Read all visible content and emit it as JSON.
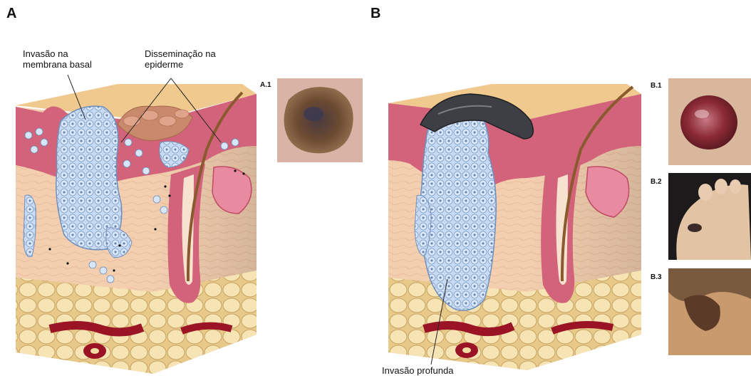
{
  "panels": {
    "a": {
      "letter": "A",
      "callouts": {
        "basal": [
          "Invasão na",
          "membrana basal"
        ],
        "epidermis": [
          "Disseminação na",
          "epiderme"
        ]
      },
      "photos": [
        {
          "label": "A.1"
        }
      ]
    },
    "b": {
      "letter": "B",
      "callouts": {
        "deep": "Invasão profunda"
      },
      "photos": [
        {
          "label": "B.1"
        },
        {
          "label": "B.2"
        },
        {
          "label": "B.3"
        }
      ]
    }
  },
  "colors": {
    "epidermis": "#d2637a",
    "dermis": "#f3c9a8",
    "surface": "#efc98e",
    "fat": "#f1dca2",
    "tumor_cells": "#bfd3ee",
    "hair": "#8a5a2e",
    "vessel": "#9a1425"
  }
}
